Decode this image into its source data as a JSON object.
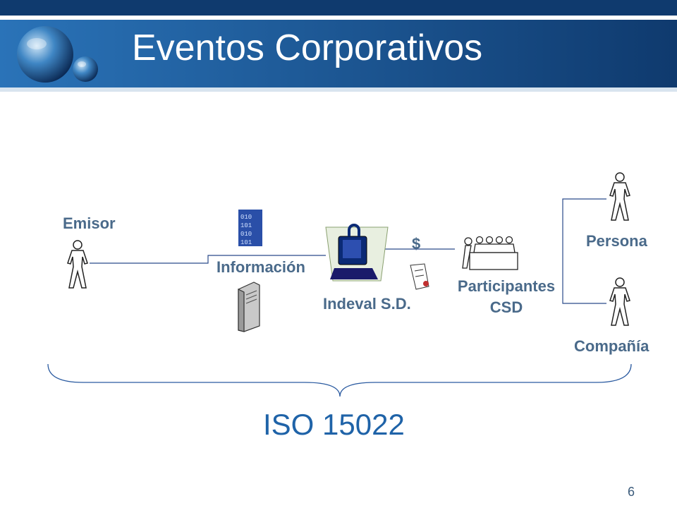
{
  "slide": {
    "title": "Eventos Corporativos",
    "page_number": "6",
    "footer_standard": "ISO 15022"
  },
  "nodes": {
    "emisor": "Emisor",
    "informacion": "Información",
    "indeval": "Indeval S.D.",
    "payment_symbol": "$",
    "participantes_line1": "Participantes",
    "participantes_line2": "CSD",
    "persona": "Persona",
    "compania": "Compañía"
  },
  "colors": {
    "banner_dark": "#0f3a6e",
    "banner_light": "#2a73b8",
    "label_text": "#4a6a8a",
    "iso_text": "#1f63a8",
    "connector": "#2a4a8a"
  },
  "icons": [
    "globe-logo",
    "person-icon",
    "binary-data-icon",
    "server-icon",
    "secure-computer-icon",
    "document-icon",
    "meeting-table-icon"
  ]
}
